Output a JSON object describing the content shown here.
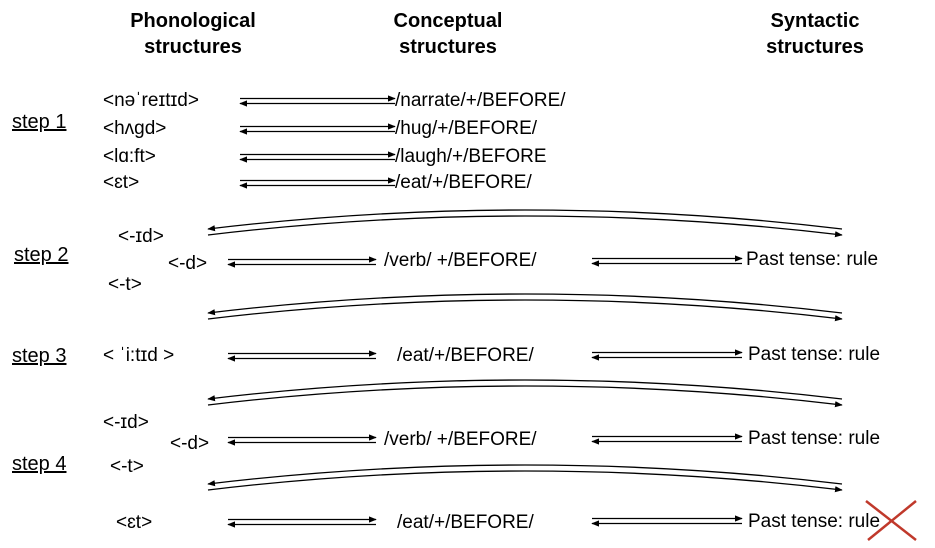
{
  "headers": {
    "phonological": [
      "Phonological",
      "structures"
    ],
    "conceptual": [
      "Conceptual",
      "structures"
    ],
    "syntactic": [
      "Syntactic",
      "structures"
    ]
  },
  "steps": {
    "step1": "step 1",
    "step2": "step 2",
    "step3": "step 3",
    "step4": "step 4"
  },
  "step1": {
    "phon": [
      "<nəˈreɪtɪd>",
      "<hʌgd>",
      "<lɑ:ft>",
      "<ɛt>"
    ],
    "concept": [
      "/narrate/+/BEFORE/",
      "/hug/+/BEFORE/",
      "/laugh/+/BEFORE",
      "/eat/+/BEFORE/"
    ]
  },
  "step2": {
    "phon_id": "<-ɪd>",
    "phon_d": "<-d>",
    "phon_t": "<-t>",
    "concept": "/verb/ +/BEFORE/",
    "syntax": "Past tense: rule"
  },
  "step3": {
    "phon": "< ˈi:tɪd >",
    "concept": "/eat/+/BEFORE/",
    "syntax": "Past tense: rule"
  },
  "step4": {
    "phon_id": "<-ɪd>",
    "phon_d": "<-d>",
    "phon_t": "<-t>",
    "concept": "/verb/ +/BEFORE/",
    "syntax": "Past tense: rule",
    "phon2": "<ɛt>",
    "concept2": "/eat/+/BEFORE/",
    "syntax2_prefix": "Past tense: ",
    "syntax2_struck": "rule"
  },
  "colors": {
    "strike": "#c0392b",
    "ink": "#000000"
  }
}
